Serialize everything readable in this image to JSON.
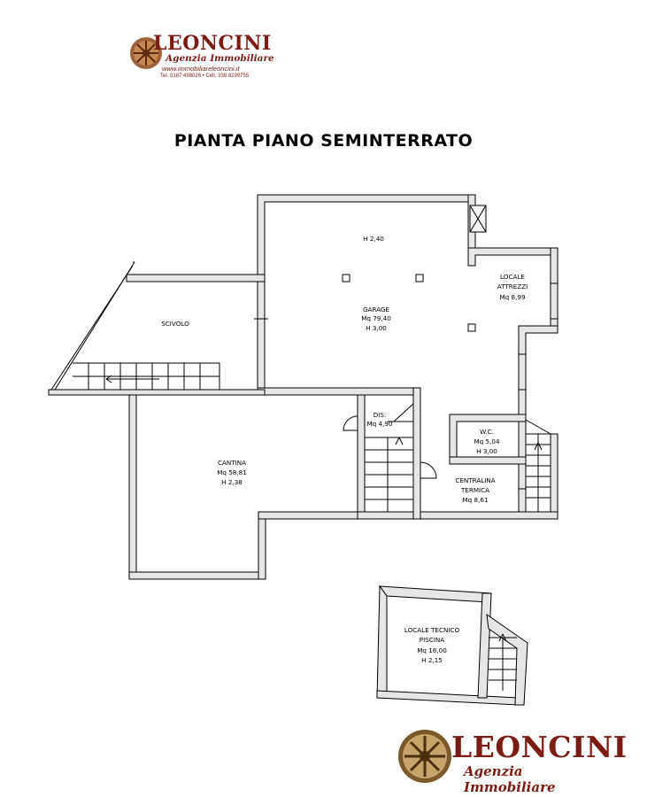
{
  "brand": {
    "name": "LEONCINI",
    "subtitle": "Agenzia Immobiliare",
    "website": "www.immobiliareleoncini.it",
    "phones": "Tel. 0187 498026  •  Cell. 338 8299755",
    "color": "#7a1c14"
  },
  "title": "PIANTA PIANO SEMINTERRATO",
  "rooms": {
    "garage": {
      "height_top": "H 2,40",
      "name": "GARAGE",
      "area": "Mq 79,40",
      "height": "H 3,00"
    },
    "attrezzi": {
      "name_line1": "LOCALE",
      "name_line2": "ATTREZZI",
      "area": "Mq 8,99"
    },
    "scivolo": {
      "name": "SCIVOLO"
    },
    "dis": {
      "name": "DIS.",
      "area": "Mq 4,90"
    },
    "wc": {
      "name": "W.C.",
      "area": "Mq 5,04",
      "height": "H 3,00"
    },
    "cantina": {
      "name": "CANTINA",
      "area": "Mq 58,81",
      "height": "H 2,38"
    },
    "centralina": {
      "name_line1": "CENTRALINA",
      "name_line2": "TERMICA",
      "area": "Mq 8,61"
    },
    "piscina": {
      "name_line1": "LOCALE TECNICO",
      "name_line2": "PISCINA",
      "area": "Mq 16,00",
      "height": "H 2,15"
    }
  },
  "icons": [
    "logo-medallion-icon",
    "stair-arrow-icon"
  ]
}
